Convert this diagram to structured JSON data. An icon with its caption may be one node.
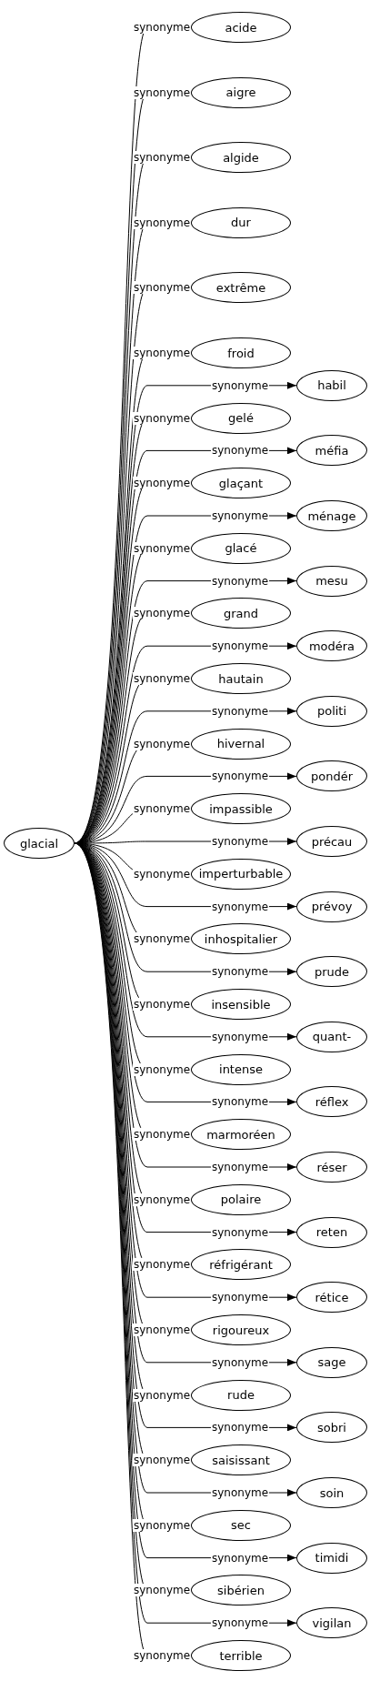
{
  "diagram": {
    "nodes": [
      {
        "text": [
          "glacial"
        ]
      },
      {
        "text": [
          "acide"
        ]
      },
      {
        "text": [
          "aigre"
        ]
      },
      {
        "text": [
          "algide"
        ]
      },
      {
        "text": [
          "dur"
        ]
      },
      {
        "text": [
          "extrême"
        ]
      },
      {
        "text": [
          "froid"
        ]
      },
      {
        "text": [
          "gelé"
        ]
      },
      {
        "text": [
          "glaçant"
        ]
      },
      {
        "text": [
          "glacé"
        ]
      },
      {
        "text": [
          "grand"
        ]
      },
      {
        "text": [
          "hautain"
        ]
      },
      {
        "text": [
          "hivernal"
        ]
      },
      {
        "text": [
          "impassible"
        ]
      },
      {
        "text": [
          "imperturbable"
        ]
      },
      {
        "text": [
          "inhospitalier"
        ]
      },
      {
        "text": [
          "insensible"
        ]
      },
      {
        "text": [
          "intense"
        ]
      },
      {
        "text": [
          "marmoréen"
        ]
      },
      {
        "text": [
          "polaire"
        ]
      },
      {
        "text": [
          "réfrigérant"
        ]
      },
      {
        "text": [
          "rigoureux"
        ]
      },
      {
        "text": [
          "rude"
        ]
      },
      {
        "text": [
          "saisissant"
        ]
      },
      {
        "text": [
          "sec"
        ]
      },
      {
        "text": [
          "sibérien"
        ]
      },
      {
        "text": [
          "terrible"
        ]
      },
      {
        "text": [
          "habil"
        ]
      },
      {
        "text": [
          "méfia"
        ]
      },
      {
        "text": [
          "ménage"
        ]
      },
      {
        "text": [
          "mesu"
        ]
      },
      {
        "text": [
          "modéra"
        ]
      },
      {
        "text": [
          "politi"
        ]
      },
      {
        "text": [
          "pondér"
        ]
      },
      {
        "text": [
          "précau"
        ]
      },
      {
        "text": [
          "prévoy"
        ]
      },
      {
        "text": [
          "prude"
        ]
      },
      {
        "text": [
          "quant-"
        ]
      },
      {
        "text": [
          "réflex"
        ]
      },
      {
        "text": [
          "réser"
        ]
      },
      {
        "text": [
          "reten"
        ]
      },
      {
        "text": [
          "rétice"
        ]
      },
      {
        "text": [
          "sage"
        ]
      },
      {
        "text": [
          "sobri"
        ]
      },
      {
        "text": [
          "soin"
        ]
      },
      {
        "text": [
          "timidi"
        ]
      },
      {
        "text": [
          "vigilan"
        ]
      }
    ],
    "edges": [
      {
        "from": 0,
        "to": 1,
        "arrow": "to",
        "label": "synonyme"
      },
      {
        "from": 0,
        "to": 2,
        "arrow": "to",
        "label": "synonyme"
      },
      {
        "from": 0,
        "to": 3,
        "arrow": "to",
        "label": "synonyme"
      },
      {
        "from": 0,
        "to": 4,
        "arrow": "to",
        "label": "synonyme"
      },
      {
        "from": 0,
        "to": 5,
        "arrow": "to",
        "label": "synonyme"
      },
      {
        "from": 0,
        "to": 6,
        "arrow": "to",
        "label": "synonyme"
      },
      {
        "from": 0,
        "to": 7,
        "arrow": "to",
        "label": "synonyme"
      },
      {
        "from": 0,
        "to": 8,
        "arrow": "to",
        "label": "synonyme"
      },
      {
        "from": 0,
        "to": 9,
        "arrow": "to",
        "label": "synonyme"
      },
      {
        "from": 0,
        "to": 10,
        "arrow": "to",
        "label": "synonyme"
      },
      {
        "from": 0,
        "to": 11,
        "arrow": "to",
        "label": "synonyme"
      },
      {
        "from": 0,
        "to": 12,
        "arrow": "to",
        "label": "synonyme"
      },
      {
        "from": 0,
        "to": 13,
        "arrow": "to",
        "label": "synonyme"
      },
      {
        "from": 0,
        "to": 14,
        "arrow": "to",
        "label": "synonyme"
      },
      {
        "from": 0,
        "to": 15,
        "arrow": "to",
        "label": "synonyme"
      },
      {
        "from": 0,
        "to": 16,
        "arrow": "to",
        "label": "synonyme"
      },
      {
        "from": 0,
        "to": 17,
        "arrow": "to",
        "label": "synonyme"
      },
      {
        "from": 0,
        "to": 18,
        "arrow": "to",
        "label": "synonyme"
      },
      {
        "from": 0,
        "to": 19,
        "arrow": "to",
        "label": "synonyme"
      },
      {
        "from": 0,
        "to": 20,
        "arrow": "to",
        "label": "synonyme"
      },
      {
        "from": 0,
        "to": 21,
        "arrow": "to",
        "label": "synonyme"
      },
      {
        "from": 0,
        "to": 22,
        "arrow": "to",
        "label": "synonyme"
      },
      {
        "from": 0,
        "to": 23,
        "arrow": "to",
        "label": "synonyme"
      },
      {
        "from": 0,
        "to": 24,
        "arrow": "to",
        "label": "synonyme"
      },
      {
        "from": 0,
        "to": 25,
        "arrow": "to",
        "label": "synonyme"
      },
      {
        "from": 0,
        "to": 26,
        "arrow": "to",
        "label": "synonyme"
      },
      {
        "from": 0,
        "to": 27,
        "arrow": "to",
        "label": "synonyme"
      },
      {
        "from": 0,
        "to": 28,
        "arrow": "to",
        "label": "synonyme"
      },
      {
        "from": 0,
        "to": 29,
        "arrow": "to",
        "label": "synonyme"
      },
      {
        "from": 0,
        "to": 30,
        "arrow": "to",
        "label": "synonyme"
      },
      {
        "from": 0,
        "to": 31,
        "arrow": "to",
        "label": "synonyme"
      },
      {
        "from": 0,
        "to": 32,
        "arrow": "to",
        "label": "synonyme"
      },
      {
        "from": 0,
        "to": 33,
        "arrow": "to",
        "label": "synonyme"
      },
      {
        "from": 0,
        "to": 34,
        "arrow": "to",
        "label": "synonyme"
      },
      {
        "from": 0,
        "to": 35,
        "arrow": "to",
        "label": "synonyme"
      },
      {
        "from": 0,
        "to": 36,
        "arrow": "to",
        "label": "synonyme"
      },
      {
        "from": 0,
        "to": 37,
        "arrow": "to",
        "label": "synonyme"
      },
      {
        "from": 0,
        "to": 38,
        "arrow": "to",
        "label": "synonyme"
      },
      {
        "from": 0,
        "to": 39,
        "arrow": "to",
        "label": "synonyme"
      },
      {
        "from": 0,
        "to": 40,
        "arrow": "to",
        "label": "synonyme"
      },
      {
        "from": 0,
        "to": 41,
        "arrow": "to",
        "label": "synonyme"
      },
      {
        "from": 0,
        "to": 42,
        "arrow": "to",
        "label": "synonyme"
      },
      {
        "from": 0,
        "to": 43,
        "arrow": "to",
        "label": "synonyme"
      },
      {
        "from": 0,
        "to": 44,
        "arrow": "to",
        "label": "synonyme"
      },
      {
        "from": 0,
        "to": 45,
        "arrow": "to",
        "label": "synonyme"
      },
      {
        "from": 0,
        "to": 46,
        "arrow": "to",
        "label": "synonyme"
      }
    ]
  }
}
